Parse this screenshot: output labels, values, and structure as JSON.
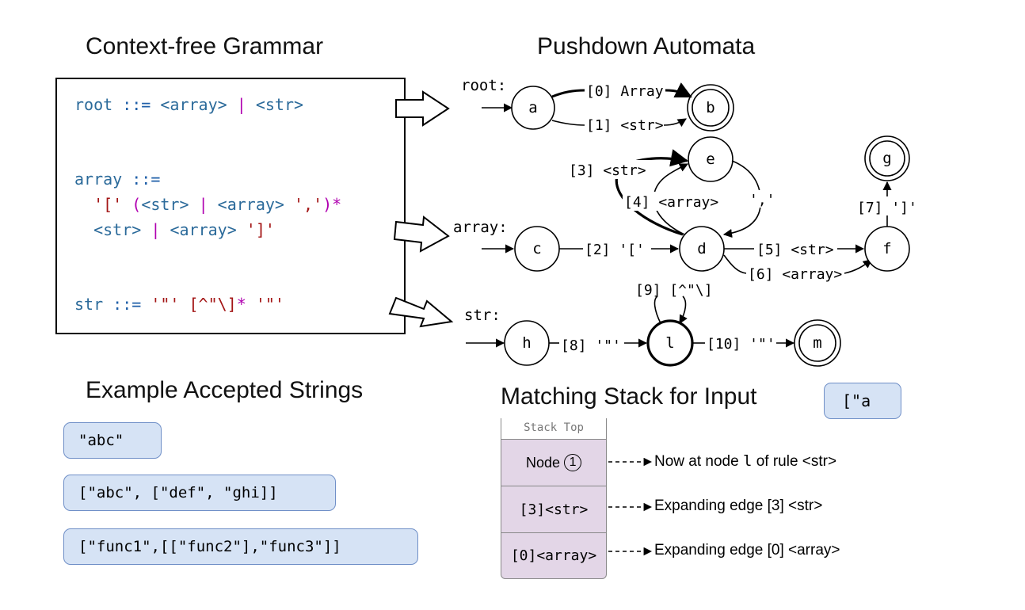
{
  "titles": {
    "grammar": "Context-free Grammar",
    "automata": "Pushdown Automata",
    "examples": "Example Accepted Strings",
    "stack": "Matching Stack for Input"
  },
  "grammar": {
    "root_name": "root",
    "op": "::=",
    "root_ref1": "<array>",
    "root_bar": "|",
    "root_ref2": "<str>",
    "array_name": "array",
    "array_l1_open": "'['",
    "array_l1_paren": "(",
    "array_l1_ref1": "<str>",
    "array_l1_bar": "|",
    "array_l1_ref2": "<array>",
    "array_l1_comma": "','",
    "array_l1_close": ")*",
    "array_l2_ref1": "<str>",
    "array_l2_bar": "|",
    "array_l2_ref2": "<array>",
    "array_l2_close": "']'",
    "str_name": "str",
    "str_q1": "'\"'",
    "str_class": "[^\"\\]",
    "str_star": "*",
    "str_q2": "'\"'"
  },
  "automata": {
    "rules": [
      "root:",
      "array:",
      "str:"
    ],
    "nodes": [
      "a",
      "b",
      "c",
      "d",
      "e",
      "f",
      "g",
      "h",
      "l",
      "m"
    ],
    "edges": [
      "[0] Array",
      "[1] <str>",
      "[2] '['",
      "[3] <str>",
      "[4] <array>",
      "','",
      "[5] <str>",
      "[6] <array>",
      "[7] ']'",
      "[8] '\"'",
      "[9] [^\"\\]",
      "[10] '\"'"
    ]
  },
  "examples": [
    "\"abc\"",
    "[\"abc\", [\"def\", \"ghi]]",
    "[\"func1\",[[\"func2\"],\"func3\"]]"
  ],
  "stack": {
    "input": "[\"a",
    "top_label": "Stack Top",
    "node_label": "Node",
    "node_circle": "1",
    "cells": [
      "[3]<str>",
      "[0]<array>"
    ],
    "notes": {
      "n1_pre": "Now at node ",
      "n1_node": "l",
      "n1_post": " of rule <str>",
      "n2": "Expanding edge [3] <str>",
      "n3": "Expanding edge [0] <array>"
    }
  }
}
